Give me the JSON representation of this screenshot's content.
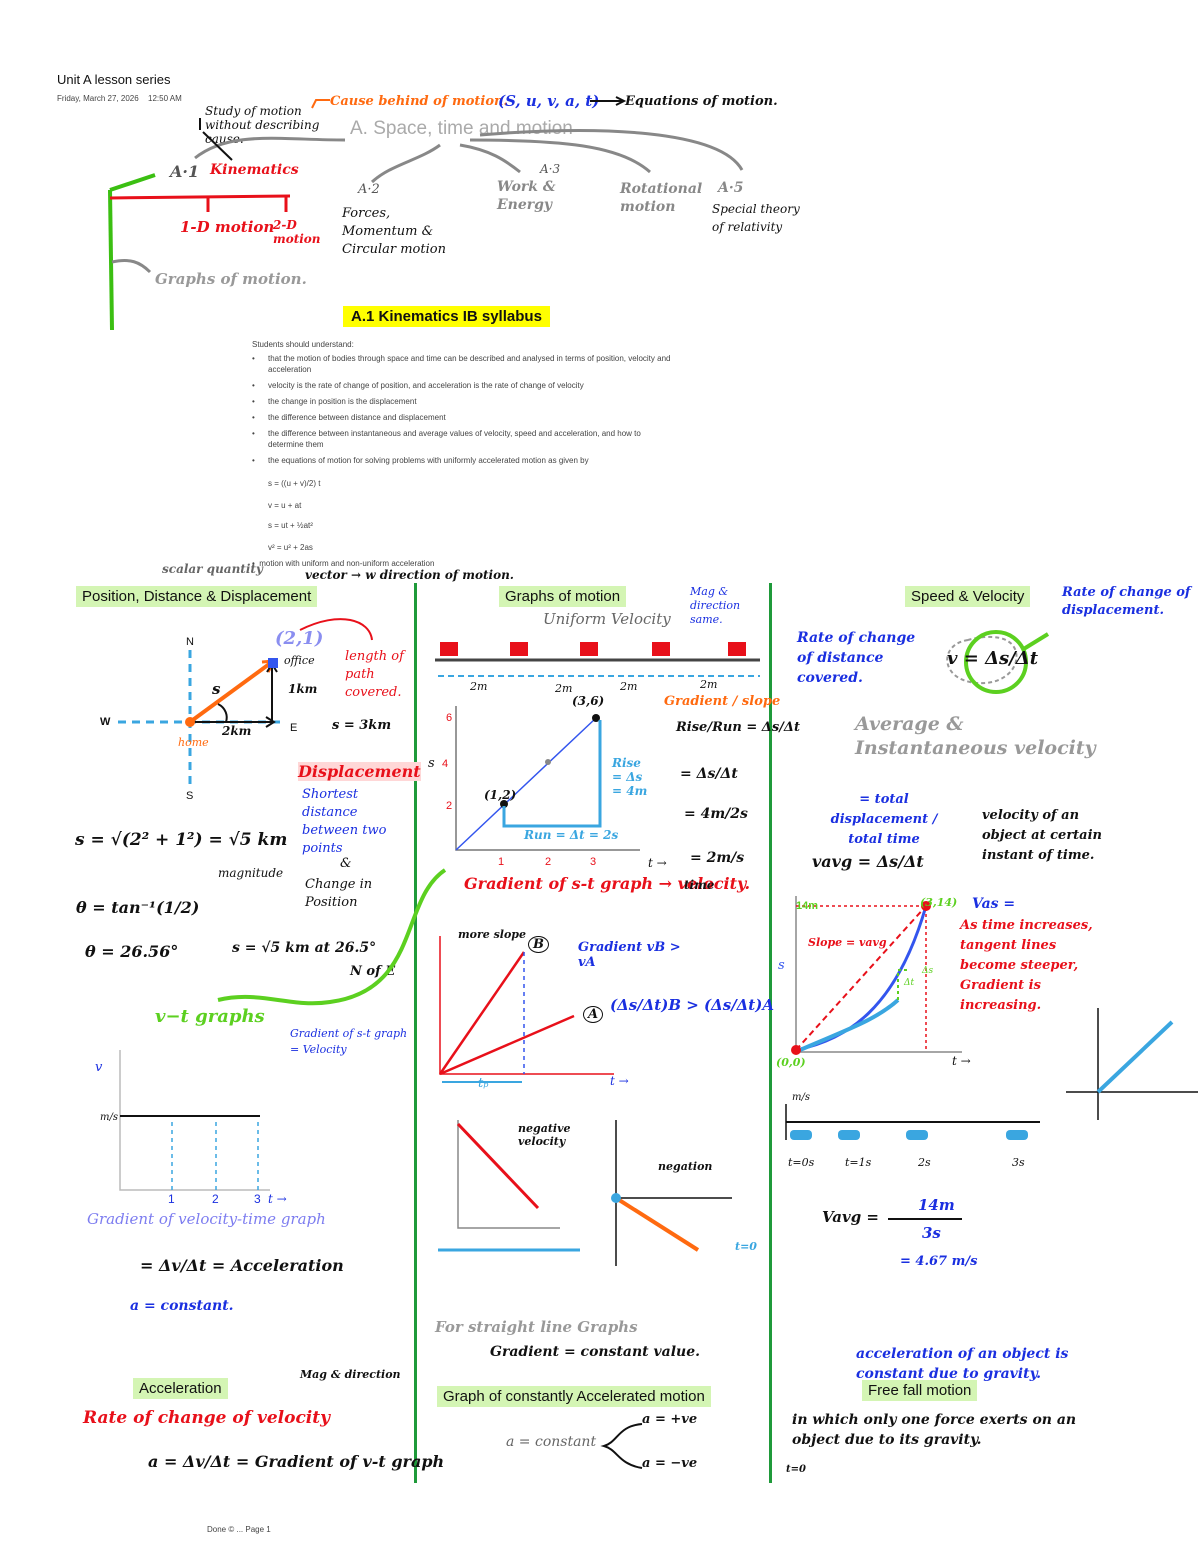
{
  "header": {
    "title": "Unit A lesson series",
    "date": "Friday, March 27, 2026",
    "time": "12:50 AM"
  },
  "mindmap": {
    "title": "A. Space, time and motion",
    "study": "Study of motion without describing cause.",
    "cause": "Cause behind of motion.",
    "vars": "(S, u, v, a, t)",
    "eqs": "Equations of motion.",
    "a1": "A·1",
    "kin": "Kinematics",
    "a2": "A·2",
    "a2t": "Forces, Momentum & Circular motion",
    "a3": "A·3",
    "a3t": "Work & Energy",
    "a4t": "Rotational motion",
    "a5": "A·5",
    "a5t": "Special theory of relativity",
    "d1": "1-D motion",
    "d2": "2-D motion",
    "graphs": "Graphs of motion."
  },
  "syllabus": {
    "title": "A.1 Kinematics IB syllabus",
    "intro": "Students should understand:",
    "items": [
      "that the motion of bodies through space and time can be described and analysed in terms of position, velocity and acceleration",
      "velocity is the rate of change of position, and acceleration is the rate of change of velocity",
      "the change in position is the displacement",
      "the difference between distance and displacement",
      "the difference between instantaneous and average values of velocity, speed and acceleration, and how to determine them",
      "the equations of motion for solving problems with uniformly accelerated motion as given by"
    ],
    "eq1": "s = ((u + v)/2) t",
    "eq2": "v = u + at",
    "eq3": "s = ut + ½at²",
    "eq4": "v² = u² + 2as",
    "last": "motion with uniform and non-uniform acceleration"
  },
  "col1": {
    "scalar": "scalar quantity",
    "vector": "vector → w direction of motion.",
    "heading": "Position, Distance & Displacement",
    "N": "N",
    "S": "S",
    "W": "W",
    "E": "E",
    "point": "(2,1)",
    "office": "office",
    "home": "home",
    "km1": "1km",
    "km2": "2km",
    "length": "length of path covered.",
    "s3": "s = 3km",
    "disp": "Displacement",
    "shortest": "Shortest distance between two points",
    "amp": "&",
    "change": "Change in Position",
    "sEq": "s = √(2² + 1²) = √5 km",
    "mag": "magnitude",
    "theta": "θ = tan⁻¹(1/2)",
    "theta2": "θ = 26.56°",
    "svec": "s = √5 km at 26.5°",
    "nofe": "N of E",
    "vt": "v−t graphs",
    "gradLabel": "Gradient of s-t graph = Velocity",
    "vAxis": "v",
    "tAxis": "t →",
    "ms": "m/s",
    "ticks": [
      "1",
      "2",
      "3"
    ],
    "gradVT": "Gradient of velocity-time graph",
    "accelEq": "= Δv/Δt = Acceleration",
    "aConst": "a = constant.",
    "accelHead": "Acceleration",
    "magdir": "Mag & direction",
    "rate": "Rate of change of velocity",
    "aEq": "a = Δv/Δt = Gradient of v-t graph"
  },
  "col2": {
    "heading": "Graphs of motion",
    "uniform": "Uniform Velocity",
    "magdir": "Mag & direction same.",
    "dist": [
      "2m",
      "2m",
      "2m",
      "2m"
    ],
    "pt1": "(3,6)",
    "pt2": "(1,2)",
    "yTicks": [
      "6",
      "4",
      "2"
    ],
    "xTicks": [
      "1",
      "2",
      "3"
    ],
    "sAx": "s",
    "tAx": "t →",
    "gradSlope": "Gradient / slope",
    "riseRun": "Rise/Run = Δs/Δt",
    "eq1": "= Δs/Δt",
    "eq2": "= 4m/2s",
    "eq3": "= 2m/s",
    "rise": "Rise = Δs = 4m",
    "run": "Run = Δt = 2s",
    "gradST": "Gradient of s-t graph → velocity.",
    "time": "time",
    "more": "more slope",
    "B": "B",
    "A": "A",
    "tp": "tₚ",
    "grad2": "Gradient vB > vA",
    "ratio": "(Δs/Δt)B > (Δs/Δt)A",
    "neg": "negative velocity",
    "negation": "negation",
    "t0": "t=0",
    "forStraight": "For straight line Graphs",
    "gradConst": "Gradient = constant value.",
    "accelHead": "Graph of constantly Accelerated motion",
    "aConst": "a = constant",
    "ve1": "a = +ve",
    "ve2": "a = −ve"
  },
  "col3": {
    "heading": "Speed & Velocity",
    "rateDisp": "Rate of change of displacement.",
    "rateDist": "Rate of change of distance covered.",
    "vEq": "v = Δs/Δt",
    "avgInst": "Average & Instantaneous velocity",
    "totalDisp": "= total displacement / total time",
    "instDesc": "velocity of an object at certain instant of time.",
    "vavg": "vavg = Δs/Δt",
    "y14": "14m",
    "pt": "(3,14)",
    "vas": "Vas =",
    "slope": "Slope = vavg",
    "asTime": "As time increases, tangent lines become steeper, Gradient is increasing.",
    "origin": "(0,0)",
    "ds": "Δs",
    "dt": "Δt",
    "sAx": "s",
    "tAx": "t →",
    "ms": "m/s",
    "tLabels": [
      "t=0s",
      "t=1s",
      "2s",
      "3s"
    ],
    "vavg2": "Vavg =",
    "num": "14m",
    "den": "3s",
    "res": "= 4.67 m/s",
    "gravity": "acceleration of an object is constant due to gravity.",
    "freeFall": "Free fall motion",
    "ffDesc": "in which only one force exerts on an object due to its gravity.",
    "t0": "t=0"
  },
  "footer": "Done © ... Page 1"
}
